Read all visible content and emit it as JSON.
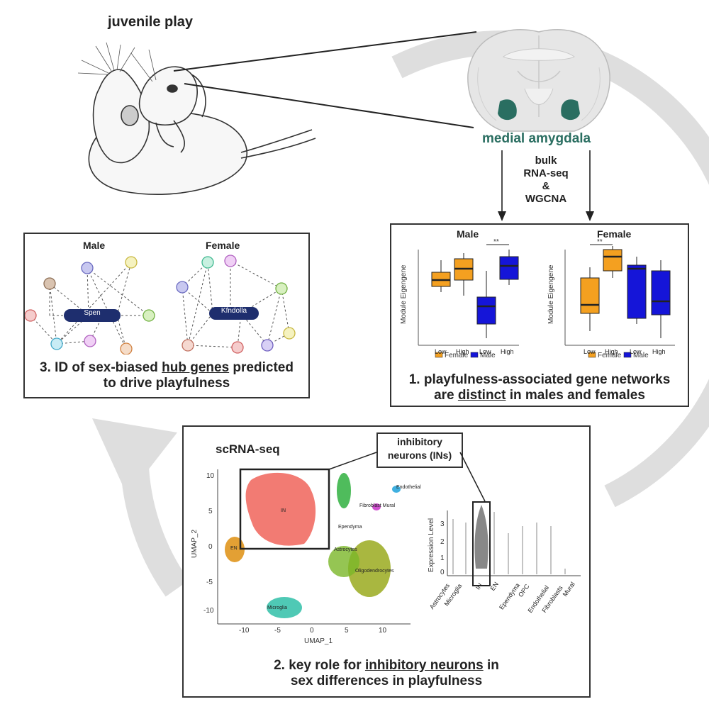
{
  "top": {
    "title": "juvenile play",
    "region_label": "medial amygdala",
    "method": [
      "bulk",
      "RNA-seq",
      "&",
      "WGCNA"
    ]
  },
  "colors": {
    "amygdala": "#2a6e61",
    "female": "#f4a020",
    "male": "#1515d8",
    "hub_pill": "#1e2e6e",
    "arrow_gray": "#d9d9d9"
  },
  "panel_networks": {
    "male_label": "Male",
    "female_label": "Female",
    "male_hub": "Spen",
    "female_hub": "Kfndolla",
    "caption_line1_pre": "3. ID of sex-biased ",
    "caption_line1_underlined": "hub genes",
    "caption_line1_post": " predicted",
    "caption_line2": "to drive playfulness"
  },
  "panel_boxplots": {
    "male_label": "Male",
    "female_label": "Female",
    "y_axis_label": "Module Eigengene",
    "categories": [
      "Low",
      "High",
      "Low",
      "High"
    ],
    "legend": [
      "Female",
      "Male"
    ],
    "sig_marker": "**",
    "caption_line1": "1.  playfulness-associated gene networks",
    "caption_line2_pre": "are ",
    "caption_line2_underlined": "distinct",
    "caption_line2_post": " in males and females"
  },
  "panel_scrna": {
    "title": "scRNA-seq",
    "callout_line1": "inhibitory",
    "callout_line2": "neurons (INs)",
    "umap_x_label": "UMAP_1",
    "umap_y_label": "UMAP_2",
    "x_ticks": [
      "-10",
      "-5",
      "0",
      "5",
      "10"
    ],
    "y_ticks": [
      "10",
      "5",
      "0",
      "-5",
      "-10"
    ],
    "cluster_labels": [
      "IN",
      "EN",
      "Astrocytes",
      "Microglia",
      "Oligodendrocytes",
      "Endothelial",
      "Fibroblast Mural",
      "Ependyma"
    ],
    "violin_y_label": "Expression Level",
    "violin_y_ticks": [
      "3",
      "2",
      "1",
      "0"
    ],
    "violin_categories": [
      "Astrocytes",
      "Microglia",
      "IN",
      "EN",
      "Ependyma",
      "OPC",
      "Endothelial",
      "Fibroblasts",
      "Mural"
    ],
    "caption_line1_pre": "2. key role for ",
    "caption_line1_underlined": "inhibitory neurons",
    "caption_line1_post": " in",
    "caption_line2": "sex differences in playfulness"
  }
}
